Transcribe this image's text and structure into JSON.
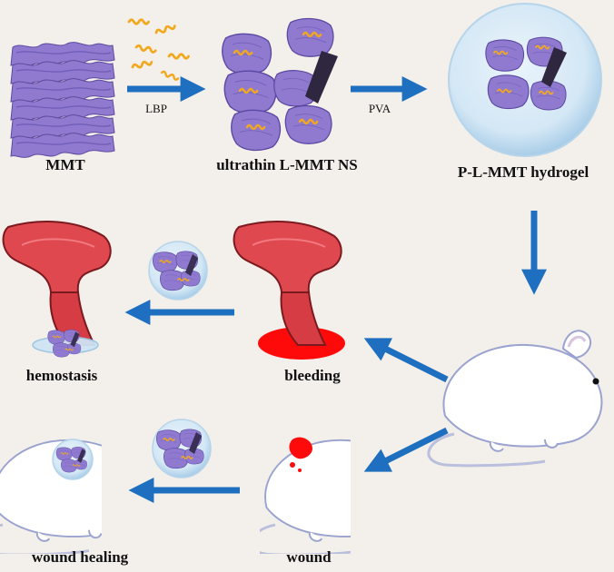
{
  "labels": {
    "mmt": "MMT",
    "lbp": "LBP",
    "nanosheet": "ultrathin L-MMT NS",
    "pva": "PVA",
    "hydrogel": "P-L-MMT hydrogel",
    "hemostasis": "hemostasis",
    "bleeding": "bleeding",
    "wound_healing": "wound healing",
    "wound": "wound"
  },
  "colors": {
    "background": "#f3efea",
    "arrow": "#1e6fbf",
    "mmt": "#8f7ad0",
    "lbp_strand": "#f2a81d",
    "liver": "#e0484f",
    "blood": "#ff0a0a",
    "hydrogel_bubble": "#cfe4f4"
  },
  "icons": [
    "layered-clay-icon",
    "polysaccharide-strand-icon",
    "nanosheet-cluster-icon",
    "hydrogel-sphere-icon",
    "liver-icon",
    "mouse-icon",
    "arrow-icon"
  ]
}
